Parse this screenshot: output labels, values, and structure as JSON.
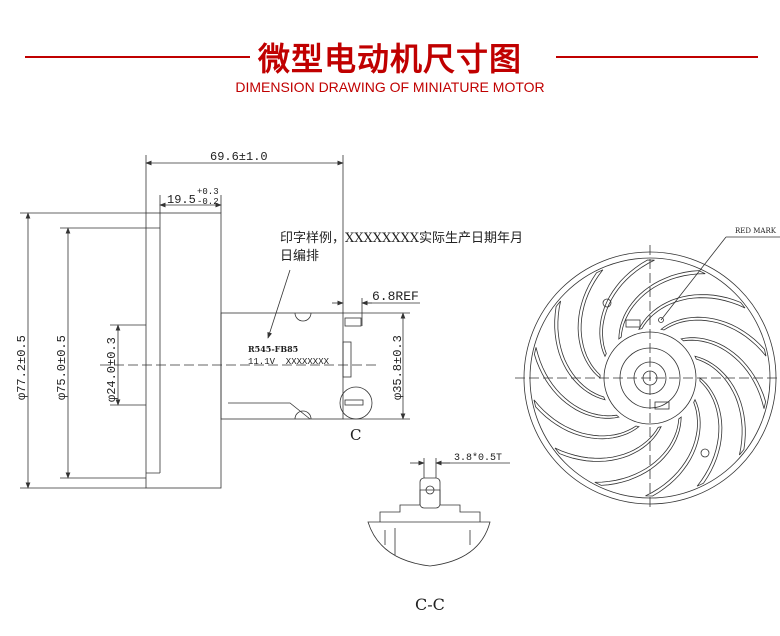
{
  "header": {
    "title": "微型电动机尺寸图",
    "subtitle": "DIMENSION DRAWING OF MINIATURE MOTOR"
  },
  "side_view": {
    "overall_length": "69.6±1.0",
    "disc_offset": "19.5",
    "disc_offset_tol_plus": "+0.3",
    "disc_offset_tol_minus": "-0.2",
    "dia_outer": "φ77.2±0.5",
    "dia_fan": "φ75.0±0.5",
    "dia_hub": "φ24.0±0.3",
    "dia_body": "φ35.8±0.3",
    "terminal_ref": "6.8REF",
    "section_mark": "C",
    "note_line1": "印字样例，XXXXXXXX实际生产日期年月",
    "note_line2": "日编排",
    "print_model": "R545-FB85",
    "print_voltage": "11.1V  XXXXXXXX"
  },
  "section_view": {
    "label": "C-C",
    "terminal_dim": "3.8*0.5T"
  },
  "front_view": {
    "red_mark_label": "RED MARK"
  },
  "colors": {
    "accent": "#c00000",
    "line": "#333333"
  }
}
